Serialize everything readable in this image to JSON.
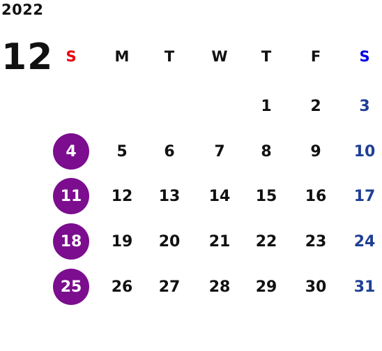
{
  "calendar": {
    "year": "2022",
    "month": "12",
    "weekday_headers": [
      "S",
      "M",
      "T",
      "W",
      "T",
      "F",
      "S"
    ],
    "weeks": [
      [
        "",
        "",
        "",
        "",
        "1",
        "2",
        "3"
      ],
      [
        "4",
        "5",
        "6",
        "7",
        "8",
        "9",
        "10"
      ],
      [
        "11",
        "12",
        "13",
        "14",
        "15",
        "16",
        "17"
      ],
      [
        "18",
        "19",
        "20",
        "21",
        "22",
        "23",
        "24"
      ],
      [
        "25",
        "26",
        "27",
        "28",
        "29",
        "30",
        "31"
      ]
    ]
  },
  "colors": {
    "sunday_header": "#e8000b",
    "saturday_header": "#0000e6",
    "saturday_days": "#1f3f95",
    "sunday_highlight": "#7b0d8e",
    "text": "#111111"
  }
}
